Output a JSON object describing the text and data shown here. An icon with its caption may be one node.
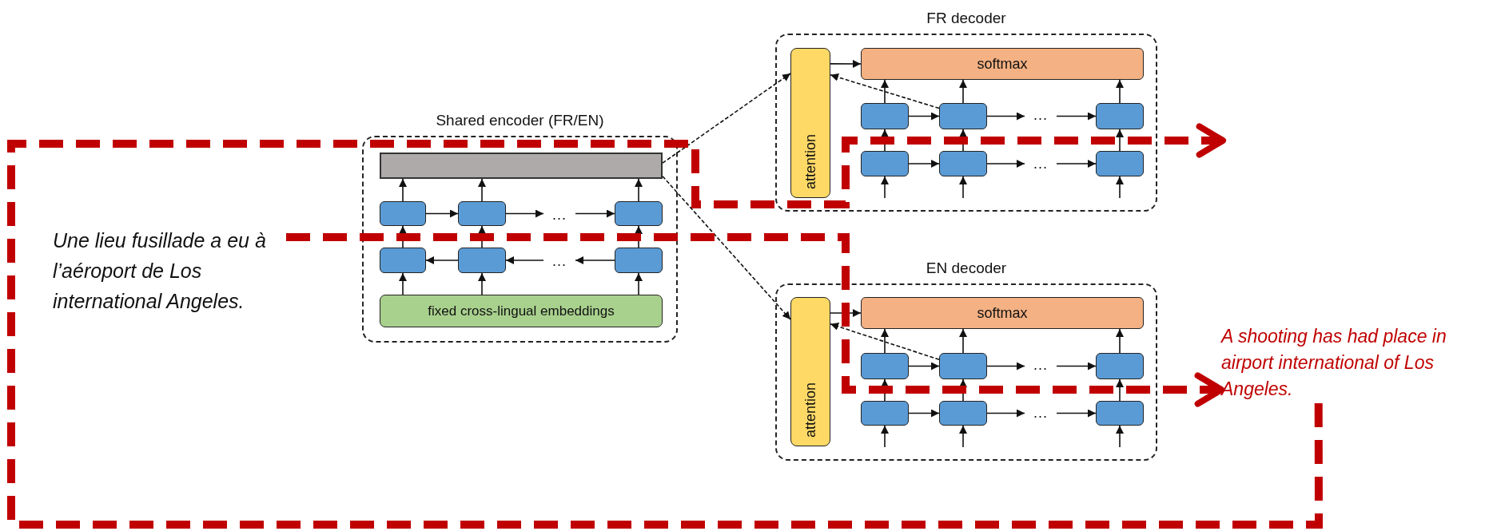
{
  "diagram": {
    "nodes": [
      {
        "text": [
          "Une lieu fusillade a eu à l’aéroport de Los international Angeles."
        ]
      },
      {
        "text": [
          "Shared encoder (FR/EN)"
        ]
      },
      {
        "text": [],
        "shape": "bar",
        "in": 1
      },
      {
        "text": [],
        "shape": "box",
        "in": 1
      },
      {
        "text": [],
        "shape": "box",
        "in": 1
      },
      {
        "text": [
          "..."
        ],
        "in": 1
      },
      {
        "text": [],
        "shape": "box",
        "in": 1
      },
      {
        "text": [],
        "shape": "box",
        "in": 1
      },
      {
        "text": [],
        "shape": "box",
        "in": 1
      },
      {
        "text": [
          "..."
        ],
        "in": 1
      },
      {
        "text": [],
        "shape": "box",
        "in": 1
      },
      {
        "text": [
          "fixed cross-lingual embeddings"
        ],
        "in": 1
      },
      {
        "text": [
          "FR decoder"
        ]
      },
      {
        "text": [
          "attention"
        ],
        "in": 12
      },
      {
        "text": [
          "softmax"
        ],
        "in": 12
      },
      {
        "text": [],
        "shape": "box",
        "in": 12
      },
      {
        "text": [],
        "shape": "box",
        "in": 12
      },
      {
        "text": [
          "..."
        ],
        "in": 12
      },
      {
        "text": [],
        "shape": "box",
        "in": 12
      },
      {
        "text": [],
        "shape": "box",
        "in": 12
      },
      {
        "text": [],
        "shape": "box",
        "in": 12
      },
      {
        "text": [
          "..."
        ],
        "in": 12
      },
      {
        "text": [],
        "shape": "box",
        "in": 12
      },
      {
        "text": [
          "EN decoder"
        ]
      },
      {
        "text": [
          "attention"
        ],
        "in": 23
      },
      {
        "text": [
          "softmax"
        ],
        "in": 23
      },
      {
        "text": [],
        "shape": "box",
        "in": 23
      },
      {
        "text": [],
        "shape": "box",
        "in": 23
      },
      {
        "text": [
          "..."
        ],
        "in": 23
      },
      {
        "text": [],
        "shape": "box",
        "in": 23
      },
      {
        "text": [],
        "shape": "box",
        "in": 23
      },
      {
        "text": [],
        "shape": "box",
        "in": 23
      },
      {
        "text": [
          "..."
        ],
        "in": 23
      },
      {
        "text": [],
        "shape": "box",
        "in": 23
      },
      {
        "text": [
          "A shooting has had place in airport international of Los Angeles."
        ]
      }
    ],
    "edges": [
      {
        "from": 11,
        "to": 7,
        "arrow": "to"
      },
      {
        "from": 11,
        "to": 8,
        "arrow": "to"
      },
      {
        "from": 11,
        "to": 10,
        "arrow": "to"
      },
      {
        "from": 7,
        "to": 3,
        "arrow": "to"
      },
      {
        "from": 8,
        "to": 4,
        "arrow": "to"
      },
      {
        "from": 10,
        "to": 6,
        "arrow": "to"
      },
      {
        "from": 3,
        "to": 2,
        "arrow": "to"
      },
      {
        "from": 4,
        "to": 2,
        "arrow": "to"
      },
      {
        "from": 6,
        "to": 2,
        "arrow": "to"
      },
      {
        "from": 3,
        "to": 4,
        "arrow": "to"
      },
      {
        "from": 4,
        "to": 5,
        "arrow": "to"
      },
      {
        "from": 5,
        "to": 6,
        "arrow": "to"
      },
      {
        "from": 8,
        "to": 7,
        "arrow": "to"
      },
      {
        "from": 9,
        "to": 8,
        "arrow": "to"
      },
      {
        "from": 10,
        "to": 9,
        "arrow": "to"
      },
      {
        "from": null,
        "to": 19,
        "arrow": "to"
      },
      {
        "from": null,
        "to": 20,
        "arrow": "to"
      },
      {
        "from": null,
        "to": 22,
        "arrow": "to"
      },
      {
        "from": 19,
        "to": 15,
        "arrow": "to"
      },
      {
        "from": 20,
        "to": 16,
        "arrow": "to"
      },
      {
        "from": 22,
        "to": 18,
        "arrow": "to"
      },
      {
        "from": 15,
        "to": 14,
        "arrow": "to"
      },
      {
        "from": 16,
        "to": 14,
        "arrow": "to"
      },
      {
        "from": 18,
        "to": 14,
        "arrow": "to"
      },
      {
        "from": 19,
        "to": 20,
        "arrow": "to"
      },
      {
        "from": 20,
        "to": 21,
        "arrow": "to"
      },
      {
        "from": 21,
        "to": 22,
        "arrow": "to"
      },
      {
        "from": 15,
        "to": 16,
        "arrow": "to"
      },
      {
        "from": 16,
        "to": 17,
        "arrow": "to"
      },
      {
        "from": 17,
        "to": 18,
        "arrow": "to"
      },
      {
        "from": 13,
        "to": 14,
        "arrow": "to"
      },
      {
        "from": 16,
        "to": 13,
        "arrow": "to",
        "style": "dashed"
      },
      {
        "from": 2,
        "to": 13,
        "arrow": "to",
        "style": "dashed"
      },
      {
        "from": null,
        "to": 30,
        "arrow": "to"
      },
      {
        "from": null,
        "to": 31,
        "arrow": "to"
      },
      {
        "from": null,
        "to": 33,
        "arrow": "to"
      },
      {
        "from": 30,
        "to": 26,
        "arrow": "to"
      },
      {
        "from": 31,
        "to": 27,
        "arrow": "to"
      },
      {
        "from": 33,
        "to": 29,
        "arrow": "to"
      },
      {
        "from": 26,
        "to": 25,
        "arrow": "to"
      },
      {
        "from": 27,
        "to": 25,
        "arrow": "to"
      },
      {
        "from": 29,
        "to": 25,
        "arrow": "to"
      },
      {
        "from": 30,
        "to": 31,
        "arrow": "to"
      },
      {
        "from": 31,
        "to": 32,
        "arrow": "to"
      },
      {
        "from": 32,
        "to": 33,
        "arrow": "to"
      },
      {
        "from": 26,
        "to": 27,
        "arrow": "to"
      },
      {
        "from": 27,
        "to": 28,
        "arrow": "to"
      },
      {
        "from": 28,
        "to": 29,
        "arrow": "to"
      },
      {
        "from": 24,
        "to": 25,
        "arrow": "to"
      },
      {
        "from": 27,
        "to": 24,
        "arrow": "to",
        "style": "dashed"
      },
      {
        "from": 2,
        "to": 24,
        "arrow": "to",
        "style": "dashed"
      },
      {
        "from": 0,
        "to": 34,
        "arrow": "to",
        "style": "dashed",
        "color": "#c00000"
      },
      {
        "from": 34,
        "to": null,
        "arrow": "to",
        "style": "dashed",
        "color": "#c00000"
      }
    ]
  }
}
